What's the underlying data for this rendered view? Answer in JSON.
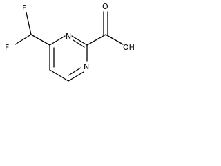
{
  "structure": {
    "atoms": {
      "fluorine_top": "F",
      "fluorine_left": "F",
      "nitrogen_upper": "N",
      "nitrogen_lower": "N",
      "carbonyl_oxygen": "O",
      "hydroxyl": "OH"
    }
  },
  "colors": {
    "bond": "#000000",
    "text": "#000000",
    "background": "#ffffff"
  }
}
